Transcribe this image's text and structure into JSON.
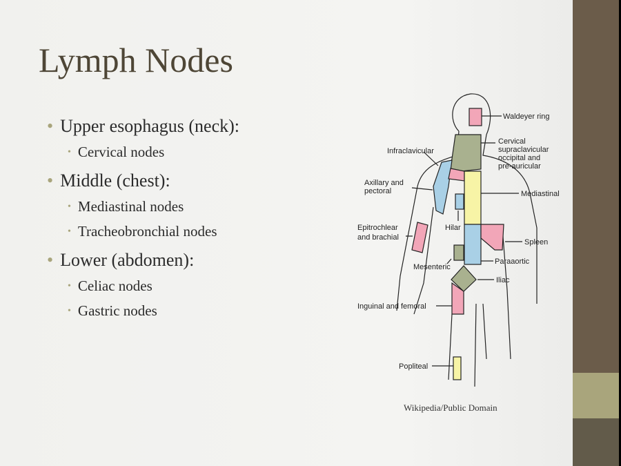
{
  "title": "Lymph Nodes",
  "bullets": [
    {
      "label": "Upper esophagus (neck):",
      "children": [
        "Cervical nodes"
      ]
    },
    {
      "label": "Middle (chest):",
      "children": [
        "Mediastinal nodes",
        "Tracheobronchial nodes"
      ]
    },
    {
      "label": "Lower (abdomen):",
      "children": [
        "Celiac nodes",
        "Gastric nodes"
      ]
    }
  ],
  "diagram": {
    "labels": {
      "waldeyer": "Waldeyer ring",
      "cervical": [
        "Cervical",
        "supraclavicular",
        "occipital and",
        "pre-auricular"
      ],
      "infraclavicular": "Infraclavicular",
      "axillary": [
        "Axillary and",
        "pectoral"
      ],
      "mediastinal": "Mediastinal",
      "epitrochlear": [
        "Epitrochlear",
        "and brachial"
      ],
      "hilar": "Hilar",
      "spleen": "Spleen",
      "mesenteric": "Mesenteric",
      "paraaortic": "Paraaortic",
      "iliac": "Iliac",
      "inguinal": "Inguinal and femoral",
      "popliteal": "Popliteal"
    },
    "credit": "Wikipedia/Public  Domain"
  },
  "colors": {
    "pink": "#f2a6b8",
    "green": "#a9b18f",
    "yellow": "#f7f4a6",
    "blue": "#a9d0e6",
    "sidebar": "#6b5c4a",
    "accent": "#a9a57c"
  }
}
